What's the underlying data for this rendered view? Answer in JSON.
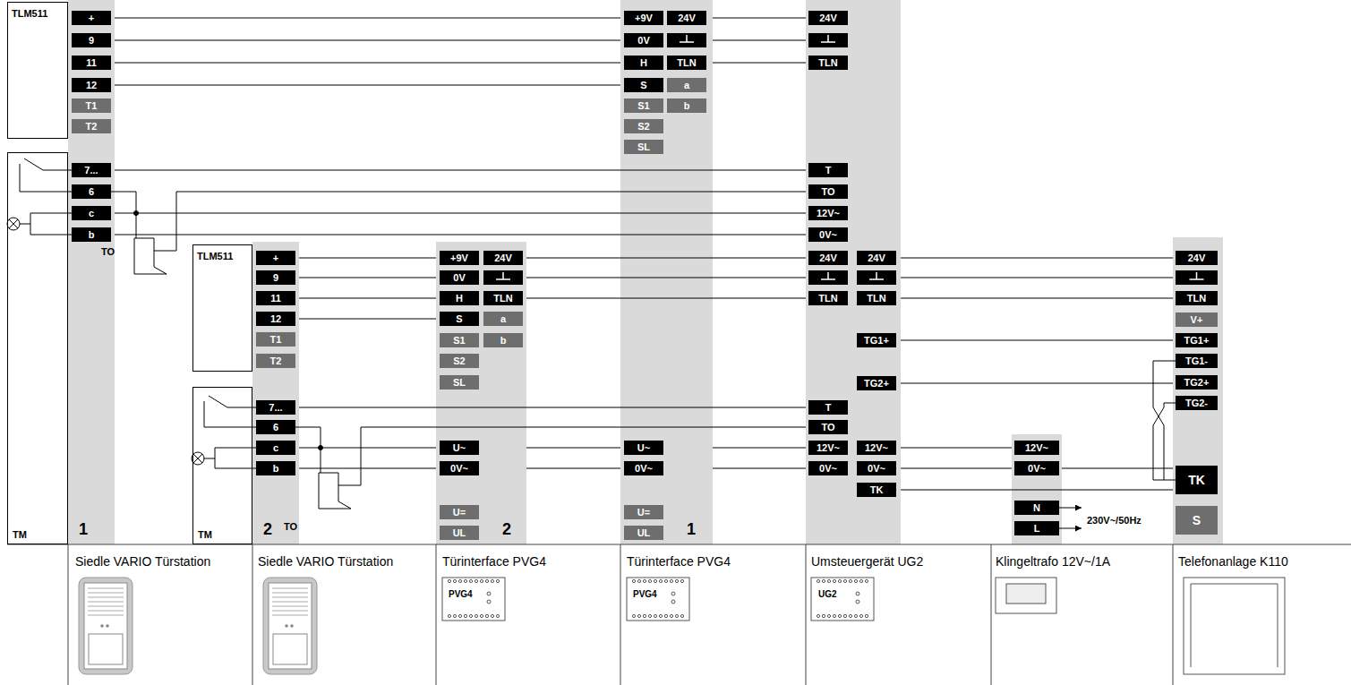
{
  "diagram": {
    "nodes": [
      {
        "text": [
          "TLM511"
        ]
      },
      {
        "text": [
          "TM"
        ]
      },
      {
        "text": [
          "1",
          "Siedle VARIO Türstation"
        ]
      },
      {
        "text": [
          "TLM511"
        ]
      },
      {
        "text": [
          "TM"
        ]
      },
      {
        "text": [
          "2",
          "Siedle VARIO Türstation"
        ]
      },
      {
        "text": [
          "2",
          "Türinterface PVG4"
        ]
      },
      {
        "text": [
          "1",
          "Türinterface PVG4"
        ]
      },
      {
        "text": [
          "Umsteuergerät UG2"
        ]
      },
      {
        "text": [
          "Klingeltrafo 12V~/1A"
        ]
      },
      {
        "text": [
          "Telefonanlage K110"
        ]
      }
    ],
    "edges": [
      {
        "from": 2,
        "to": 7,
        "arrow": "none"
      },
      {
        "from": 2,
        "to": 7,
        "arrow": "none"
      },
      {
        "from": 2,
        "to": 7,
        "arrow": "none"
      },
      {
        "from": 2,
        "to": 7,
        "arrow": "none"
      },
      {
        "from": 7,
        "to": 8,
        "arrow": "none"
      },
      {
        "from": 7,
        "to": 8,
        "arrow": "none"
      },
      {
        "from": 7,
        "to": 8,
        "arrow": "none"
      },
      {
        "from": 2,
        "to": 8,
        "arrow": "none"
      },
      {
        "from": 2,
        "to": 8,
        "arrow": "none"
      },
      {
        "from": 2,
        "to": 8,
        "arrow": "none"
      },
      {
        "from": 5,
        "to": 6,
        "arrow": "none"
      },
      {
        "from": 5,
        "to": 6,
        "arrow": "none"
      },
      {
        "from": 5,
        "to": 6,
        "arrow": "none"
      },
      {
        "from": 5,
        "to": 6,
        "arrow": "none"
      },
      {
        "from": 6,
        "to": 8,
        "arrow": "none"
      },
      {
        "from": 6,
        "to": 8,
        "arrow": "none"
      },
      {
        "from": 6,
        "to": 8,
        "arrow": "none"
      },
      {
        "from": 5,
        "to": 8,
        "arrow": "none"
      },
      {
        "from": 5,
        "to": 6,
        "arrow": "none"
      },
      {
        "from": 6,
        "to": 7,
        "arrow": "none"
      },
      {
        "from": 7,
        "to": 8,
        "arrow": "none"
      },
      {
        "from": 5,
        "to": 6,
        "arrow": "none"
      },
      {
        "from": 6,
        "to": 7,
        "arrow": "none"
      },
      {
        "from": 7,
        "to": 8,
        "arrow": "none"
      },
      {
        "from": 8,
        "to": 10,
        "arrow": "none"
      },
      {
        "from": 8,
        "to": 10,
        "arrow": "none"
      },
      {
        "from": 8,
        "to": 10,
        "arrow": "none"
      },
      {
        "from": 8,
        "to": 10,
        "arrow": "none"
      },
      {
        "from": 8,
        "to": 10,
        "arrow": "none"
      },
      {
        "from": 8,
        "to": 10,
        "arrow": "none"
      },
      {
        "from": 8,
        "to": 9,
        "arrow": "none"
      },
      {
        "from": 8,
        "to": 9,
        "arrow": "none"
      },
      {
        "from": 9,
        "to": 10,
        "arrow": "none"
      }
    ],
    "labels": [
      "+",
      "9",
      "11",
      "12",
      "T1",
      "T2",
      "7...",
      "6",
      "c",
      "b",
      "TO",
      "+",
      "9",
      "11",
      "12",
      "T1",
      "T2",
      "7...",
      "6",
      "c",
      "b",
      "TO",
      "+9V",
      "0V",
      "H",
      "S",
      "S1",
      "S2",
      "SL",
      "U~",
      "0V~",
      "U=",
      "UL",
      "24V",
      "TLN",
      "a",
      "b",
      "+9V",
      "0V",
      "H",
      "S",
      "S1",
      "S2",
      "SL",
      "U~",
      "0V~",
      "U=",
      "UL",
      "24V",
      "TLN",
      "a",
      "b",
      "24V",
      "TLN",
      "T",
      "TO",
      "12V~",
      "0V~",
      "24V",
      "TLN",
      "T",
      "TO",
      "12V~",
      "0V~",
      "24V",
      "TLN",
      "TG1+",
      "TG2+",
      "12V~",
      "0V~",
      "TK",
      "12V~",
      "0V~",
      "N",
      "L",
      "230V~/50Hz",
      "24V",
      "TLN",
      "V+",
      "TG1+",
      "TG1-",
      "TG2+",
      "TG2-",
      "TK",
      "S",
      "PVG4",
      "PVG4",
      "UG2"
    ]
  }
}
